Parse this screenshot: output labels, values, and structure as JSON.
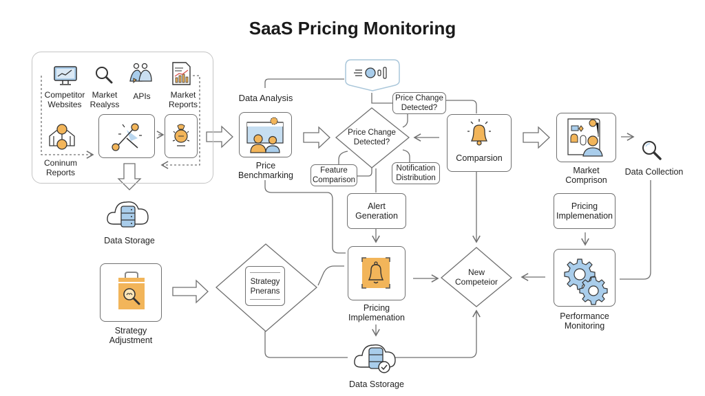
{
  "title": "SaaS Pricing Monitoring",
  "colors": {
    "line": "#6f6f6f",
    "accent_orange": "#f2b55a",
    "accent_blue": "#a9cdeb",
    "text": "#222222"
  },
  "sources_group": {
    "items": [
      {
        "label": "Competitor Websites",
        "icon": "monitor-chart-icon"
      },
      {
        "label": "Market Realyss",
        "icon": "magnifier-icon"
      },
      {
        "label": "APIs",
        "icon": "people-icon"
      },
      {
        "label": "Market Reports",
        "icon": "report-chart-icon"
      }
    ],
    "continuum": {
      "label": "Coninum Reports",
      "icon": "network-nodes-icon"
    },
    "analysis_icon": "graph-nodes-icon",
    "insight_icon": "lightbulb-icon"
  },
  "nodes": {
    "data_storage_top": {
      "label": "Data Storage",
      "icon": "cloud-database-icon"
    },
    "data_analysis": {
      "label": "Data Analysis"
    },
    "price_benchmarking": {
      "label": "Price Benchmarking",
      "icon": "people-screen-icon"
    },
    "toggle_badge": {
      "icon": "toggle-slider-icon"
    },
    "price_change_callout": {
      "label": "Price Change Detected?"
    },
    "price_change_decision": {
      "label": "Price Change Detected?"
    },
    "feature_comparison": {
      "label": "Feature Comparison"
    },
    "notification_distribution": {
      "label": "Notification Distribution"
    },
    "comparison": {
      "label": "Comparsion",
      "icon": "bell-icon"
    },
    "market_comparison": {
      "label": "Market Comprison",
      "icon": "dashboard-person-icon"
    },
    "data_collection": {
      "label": "Data Collection",
      "icon": "magnifier-icon"
    },
    "alert_generation": {
      "label": "Alert Generation"
    },
    "pricing_implementation_mid": {
      "label": "Pricing Implemenation",
      "icon": "bell-frame-icon"
    },
    "pricing_implementation_right": {
      "label": "Pricing Implemenation"
    },
    "performance_monitoring": {
      "label": "Performance Monitoring",
      "icon": "gears-icon"
    },
    "new_competitor": {
      "label": "New Competeior"
    },
    "strategy_adjustment": {
      "label": "Strategy Adjustment",
      "icon": "folder-search-icon"
    },
    "strategy_decision": {
      "label": "Strategy Pnerans"
    },
    "data_storage_bottom": {
      "label": "Data Sstorage",
      "icon": "cloud-database-check-icon"
    }
  }
}
